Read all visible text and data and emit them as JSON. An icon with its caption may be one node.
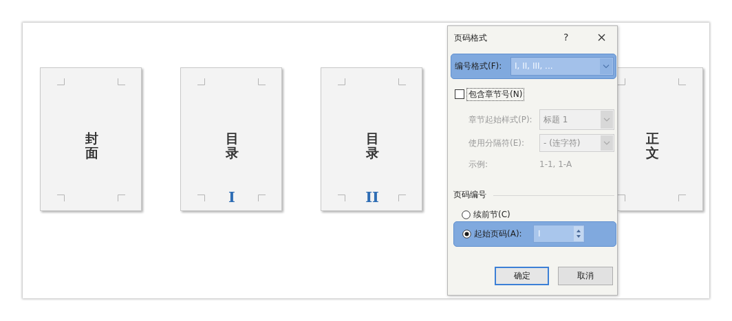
{
  "diagram": {
    "nodes": [
      {
        "text": [
          "封面"
        ]
      },
      {
        "text": [
          "目录",
          "I"
        ]
      },
      {
        "text": [
          "目录",
          "II"
        ]
      },
      {
        "text": [
          "页码格式"
        ]
      },
      {
        "text": [
          "正文"
        ]
      }
    ],
    "labels": [
      "?",
      "编号格式(F):",
      "I, II, III, ...",
      "包含章节号(N)",
      "章节起始样式(P):",
      "标题 1",
      "使用分隔符(E):",
      "- (连字符)",
      "示例:",
      "1-1, 1-A",
      "页码编号",
      "续前节(C)",
      "起始页码(A):",
      "I",
      "确定",
      "取消"
    ]
  }
}
